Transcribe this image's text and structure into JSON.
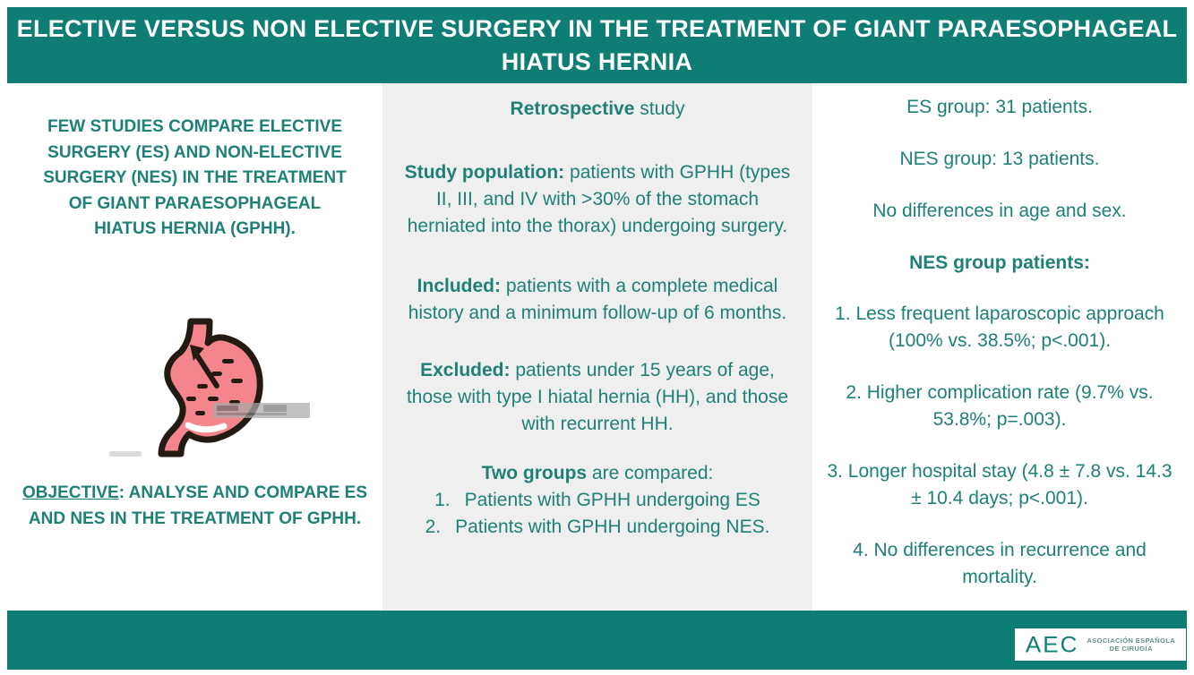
{
  "colors": {
    "band_teal": "#0e7d74",
    "text_teal": "#1e8077",
    "panel_gray": "#efefef",
    "stomach_pink": "#f5858c",
    "outline_dark": "#231a12"
  },
  "title": {
    "line1": "ELECTIVE VERSUS NON ELECTIVE SURGERY IN THE TREATMENT OF GIANT PARAESOPHAGEAL",
    "line2": "HIATUS HERNIA"
  },
  "left_panel": {
    "intro": "FEW STUDIES COMPARE ELECTIVE SURGERY (ES) AND NON-ELECTIVE SURGERY (NES) IN THE TREATMENT OF GIANT PARAESOPHAGEAL HIATUS HERNIA (GPHH).",
    "objective_label": "OBJECTIVE",
    "objective_rest": ": ANALYSE AND COMPARE ES AND NES IN THE TREATMENT OF GPHH.",
    "illustration_icon": "stomach-with-upward-reflux-arrow-icon"
  },
  "middle_panel": {
    "study_type_bold": "Retrospective",
    "study_type_rest": " study",
    "population_bold": "Study population:",
    "population_rest": " patients with GPHH (types II, III, and IV with >30% of the stomach herniated into the thorax) undergoing surgery.",
    "included_bold": "Included:",
    "included_rest": " patients with a complete medical history and a minimum follow-up of 6 months.",
    "excluded_bold": "Excluded:",
    "excluded_rest": " patients under 15 years of age, those with type I hiatal hernia (HH), and those with recurrent HH.",
    "groups_heading_bold": "Two groups",
    "groups_heading_rest": " are compared:",
    "groups": [
      {
        "num": "1.",
        "text": "Patients with GPHH undergoing ES"
      },
      {
        "num": "2.",
        "text": "Patients with GPHH undergoing NES."
      }
    ]
  },
  "right_panel": {
    "lines": [
      "ES group: 31 patients.",
      "NES group: 13 patients.",
      "No differences in age and sex."
    ],
    "nes_heading": "NES group patients:",
    "findings": [
      "1. Less frequent laparoscopic approach (100% vs. 38.5%; p<.001).",
      "2. Higher complication rate (9.7% vs. 53.8%; p=.003).",
      "3. Longer hospital stay (4.8 ± 7.8 vs. 14.3 ± 10.4 days; p<.001).",
      "4. No differences in recurrence and mortality."
    ]
  },
  "footer": {
    "logo_acronym": "AEC",
    "logo_caption_line1": "ASOCIACIÓN ESPAÑOLA",
    "logo_caption_line2": "DE CIRUGÍA"
  }
}
